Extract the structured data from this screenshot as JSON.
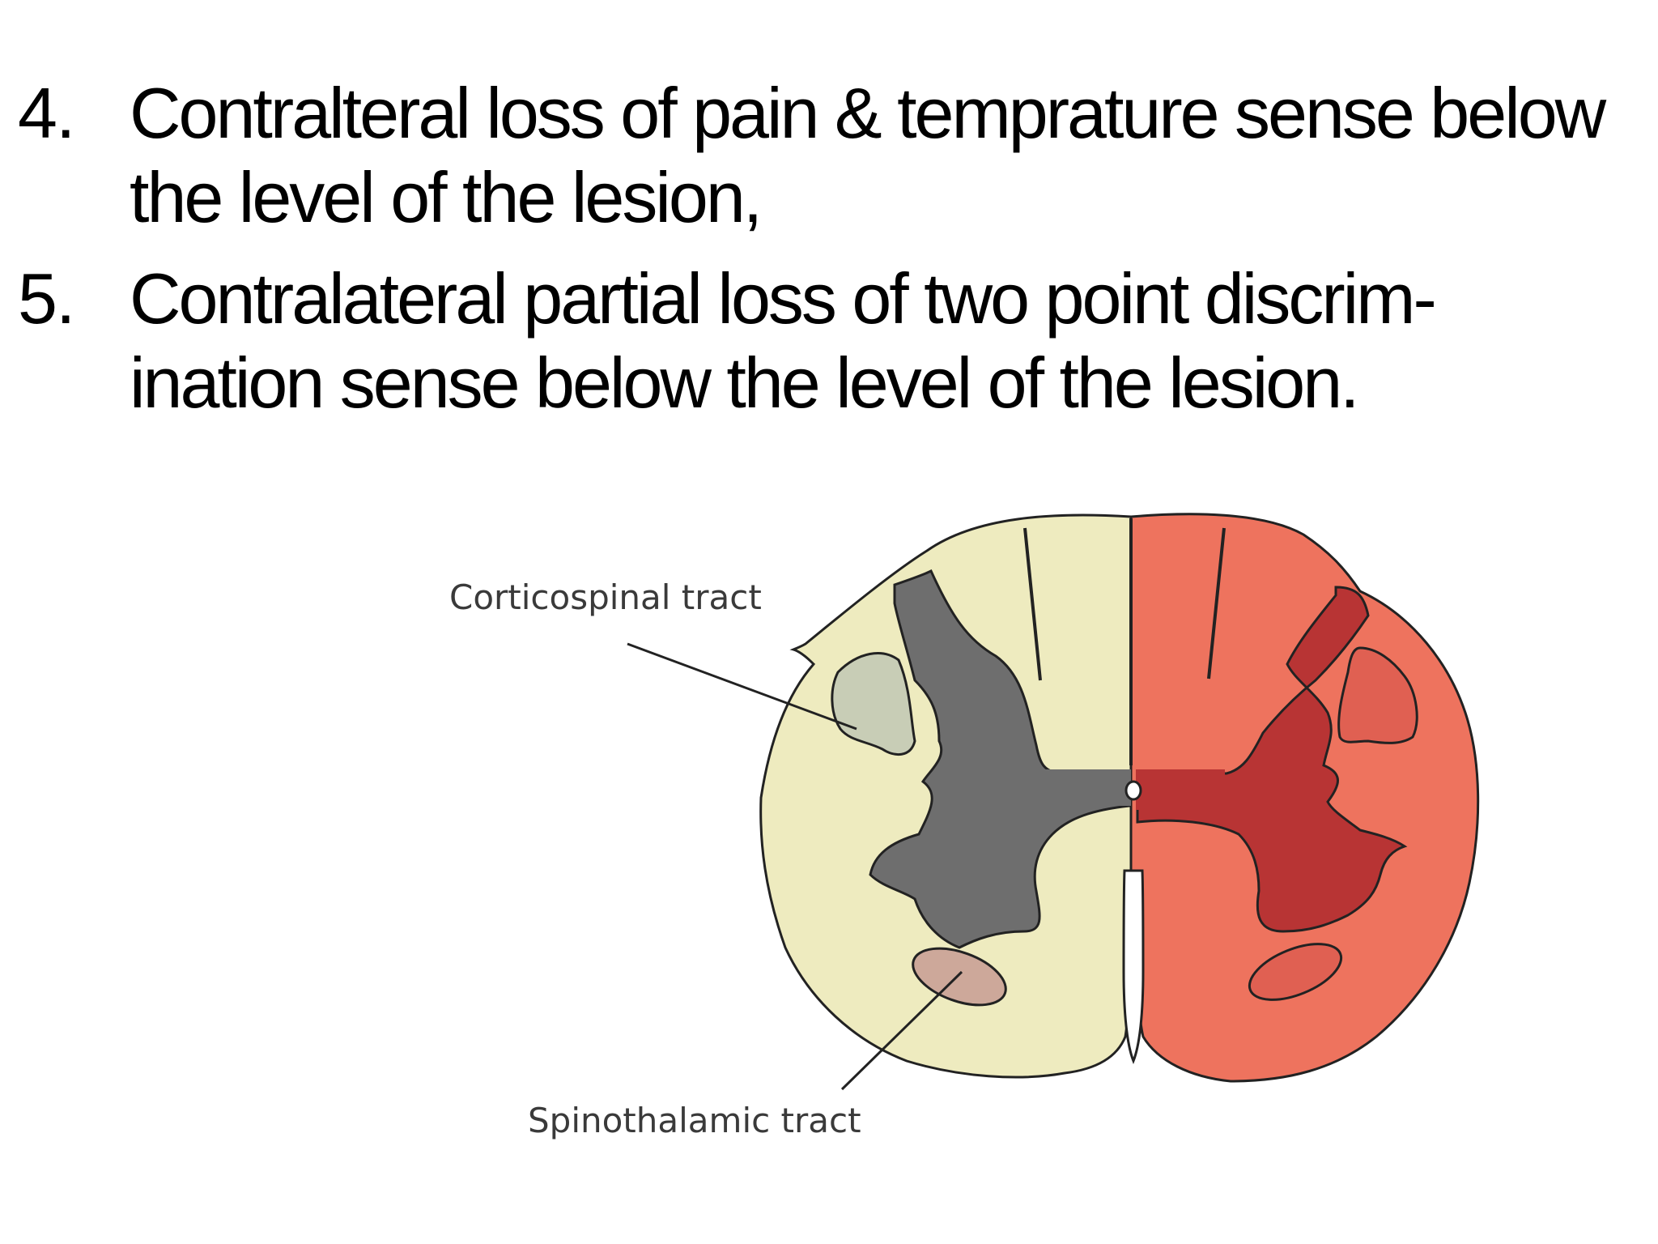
{
  "list": {
    "items": [
      {
        "number": "4.",
        "lines": [
          "Contralteral loss of pain &  temprature sense below",
          "the level of the lesion,"
        ]
      },
      {
        "number": "5.",
        "lines": [
          "Contralateral partial loss of two point discrim-",
          "ination sense below the level of the lesion."
        ]
      }
    ]
  },
  "figure": {
    "labels": {
      "corticospinal": "Corticospinal tract",
      "spinothalamic": "Spinothalamic tract"
    },
    "colors": {
      "white_matter_left": "#eeebbf",
      "white_matter_right": "#ee735e",
      "grey_matter_left": "#6e6e6e",
      "grey_matter_right": "#b83434",
      "corticospinal_left": "#c8cdb6",
      "spinothalamic_left": "#cda89a",
      "tracts_right": "#e06052",
      "outline": "#222222"
    }
  }
}
